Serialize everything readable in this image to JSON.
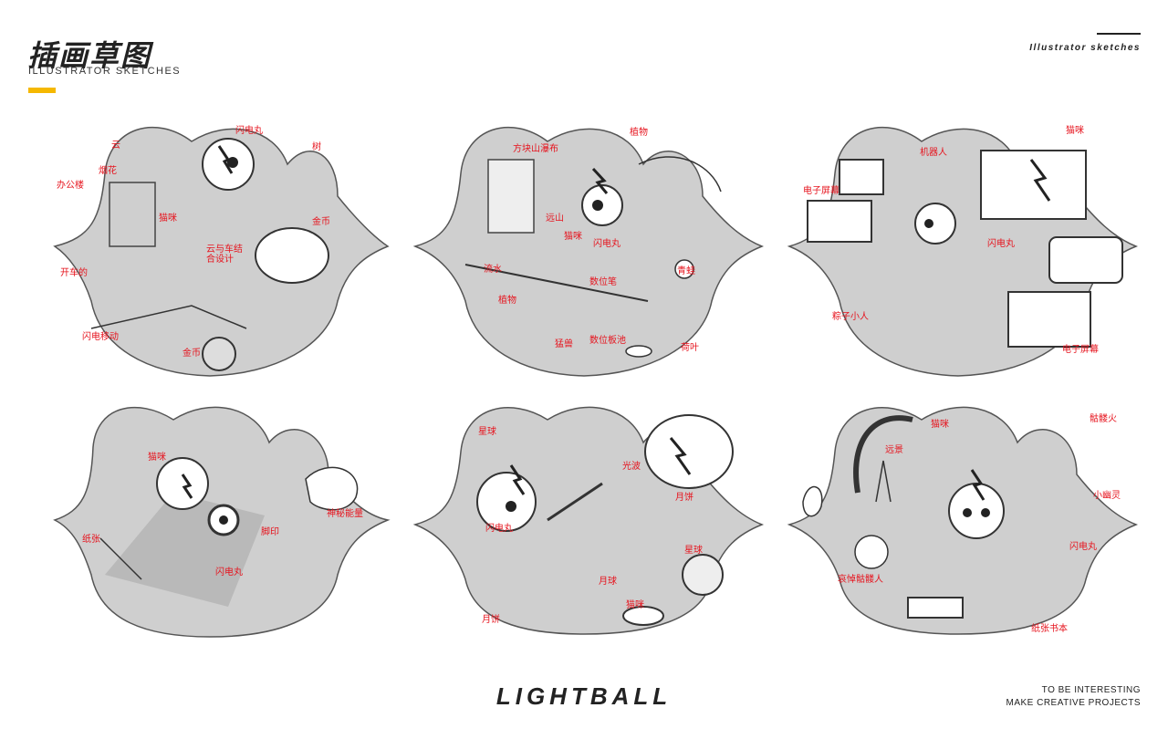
{
  "header": {
    "title_cn": "插画草图",
    "title_en": "ILLUSTRATOR SKETCHES",
    "accent_color": "#f5b800",
    "top_right": "Illustrator  sketches"
  },
  "footer": {
    "brand": "LIGHTBALL",
    "tagline_1": "TO BE INTERESTING",
    "tagline_2": "MAKE CREATIVE PROJECTS"
  },
  "annotation_color": "#e6141e",
  "panels": [
    {
      "labels": [
        "闪电丸",
        "云",
        "烟花",
        "树",
        "办公楼",
        "猫咪",
        "金币",
        "云与车结合设计",
        "开车的",
        "闪电移动",
        "金币"
      ]
    },
    {
      "labels": [
        "植物",
        "方块山瀑布",
        "远山",
        "猫咪",
        "闪电丸",
        "流水",
        "数位笔",
        "青蛙",
        "植物",
        "猛兽",
        "数位板池",
        "荷叶"
      ]
    },
    {
      "labels": [
        "猫咪",
        "机器人",
        "电子屏幕",
        "闪电丸",
        "粽子小人",
        "电子屏幕"
      ]
    },
    {
      "labels": [
        "猫咪",
        "纸张",
        "脚印",
        "闪电丸",
        "神秘能量"
      ]
    },
    {
      "labels": [
        "星球",
        "光波",
        "闪电丸",
        "月饼",
        "星球",
        "月球",
        "猫咪",
        "月饼"
      ]
    },
    {
      "labels": [
        "猫咪",
        "骷髅火",
        "远景",
        "小幽灵",
        "闪电丸",
        "哀悼骷髅人",
        "纸张书本"
      ]
    }
  ]
}
